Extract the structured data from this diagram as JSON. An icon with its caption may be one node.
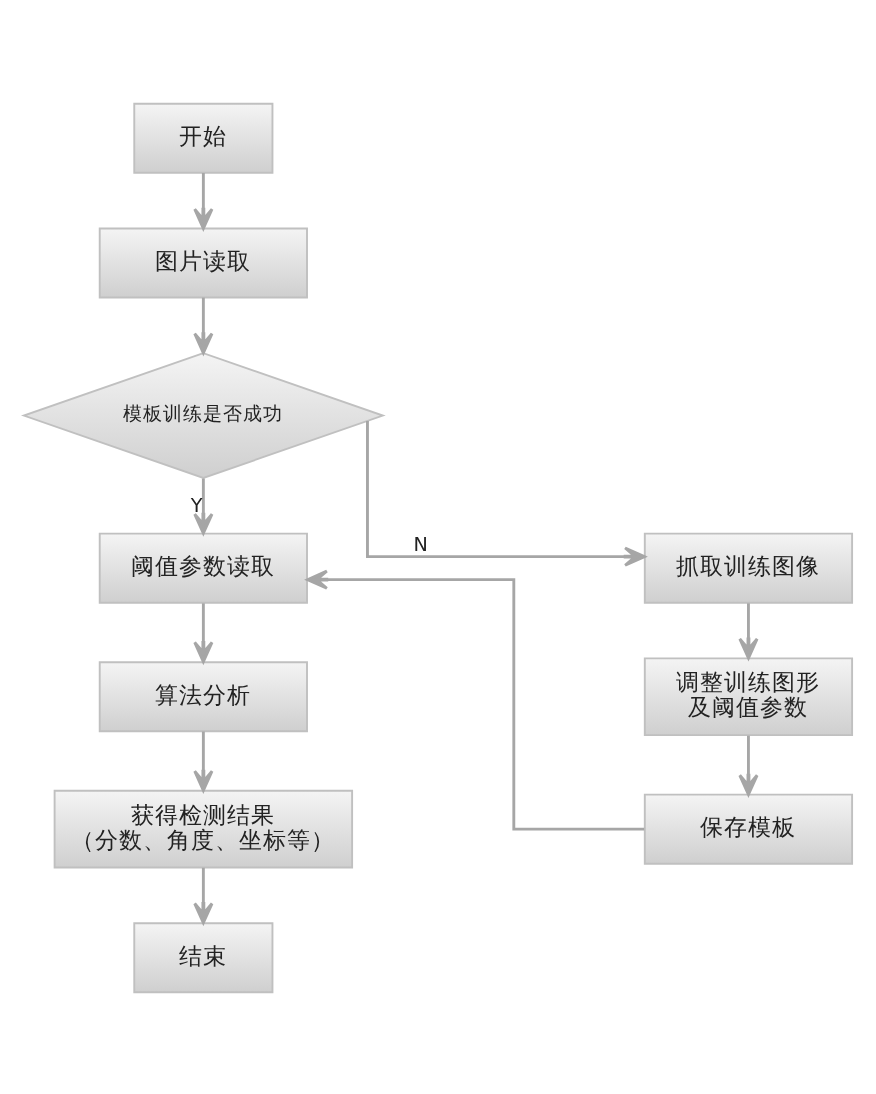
{
  "diagram": {
    "nodes": [
      {
        "text": [
          "开始"
        ]
      },
      {
        "text": [
          "图片读取"
        ]
      },
      {
        "text": [
          "模板训练是否成功"
        ]
      },
      {
        "text": [
          "抓取训练图像"
        ]
      },
      {
        "text": [
          "阈值参数读取"
        ]
      },
      {
        "text": [
          "调整训练图形及阈值参数"
        ]
      },
      {
        "text": [
          "算法分析"
        ]
      },
      {
        "text": [
          "保存模板"
        ]
      },
      {
        "text": [
          "获得检测结果（分数、角度、坐标等）"
        ]
      },
      {
        "text": [
          "结束"
        ]
      }
    ],
    "edges": [
      {
        "from": 0,
        "to": 1,
        "arrow": "to"
      },
      {
        "from": 1,
        "to": 2,
        "arrow": "to"
      },
      {
        "from": 2,
        "to": 4,
        "arrow": "to",
        "label": "Y"
      },
      {
        "from": 2,
        "to": 3,
        "arrow": "to",
        "label": "N"
      },
      {
        "from": 3,
        "to": 5,
        "arrow": "to"
      },
      {
        "from": 5,
        "to": 7,
        "arrow": "to"
      },
      {
        "from": 7,
        "to": 4,
        "arrow": "to"
      },
      {
        "from": 4,
        "to": 6,
        "arrow": "to"
      },
      {
        "from": 6,
        "to": 8,
        "arrow": "to"
      },
      {
        "from": 8,
        "to": 9,
        "arrow": "to"
      }
    ]
  }
}
